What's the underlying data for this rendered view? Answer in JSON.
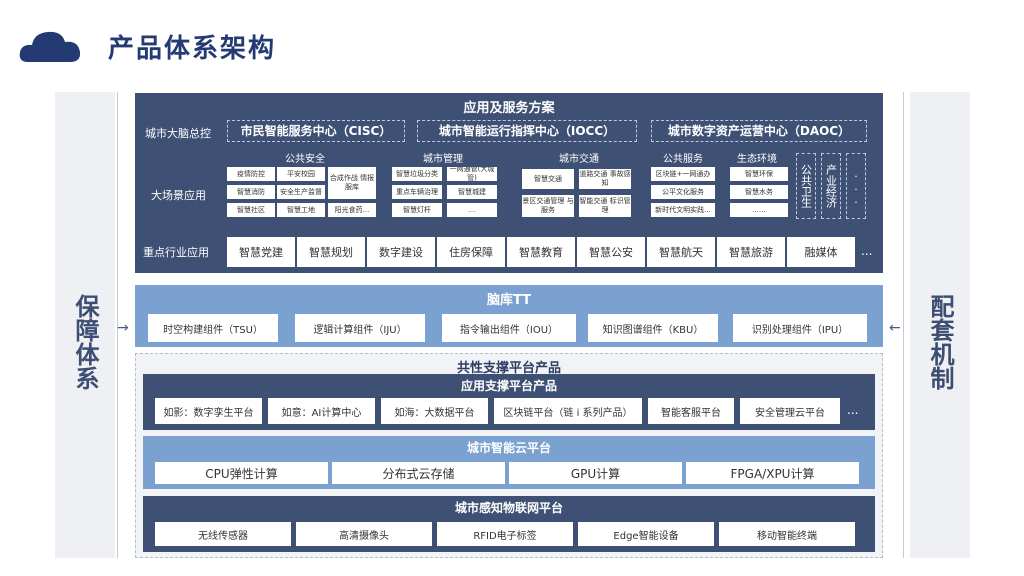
{
  "page_title": "产品体系架构",
  "left_side": "保障体系",
  "right_side": "配套机制",
  "arrow": "→",
  "arrow_left": "←",
  "app": {
    "title": "应用及服务方案",
    "brain_label": "城市大脑总控",
    "centers": [
      "市民智能服务中心（CISC）",
      "城市智能运行指挥中心（IOCC）",
      "城市数字资产运营中心（DAOC）"
    ],
    "scene_label": "大场景应用",
    "categories": [
      "公共安全",
      "城市管理",
      "城市交通",
      "公共服务",
      "生态环境"
    ],
    "safety": [
      "疫情防控",
      "平安校园",
      "合成作战 情报服库",
      "智慧消防",
      "安全生产监督",
      "智慧社区",
      "智慧工地",
      "阳光食药..."
    ],
    "citymgmt": [
      "智慧垃圾分类",
      "一网通管(大城管)",
      "重点车辆治理",
      "智慧城建",
      "智慧灯杆",
      "..."
    ],
    "traffic": [
      "智慧交通",
      "道路交通 事故感知",
      "景区交通管理 与服务",
      "智能交通 标识管理"
    ],
    "public": [
      "区块链+一网通办",
      "公平文化服务",
      "新时代文明实践..."
    ],
    "eco": [
      "智慧环保",
      "智慧水务",
      "......"
    ],
    "verticals": [
      "公共卫生",
      "产业经济",
      "..."
    ],
    "industry_label": "重点行业应用",
    "industry": [
      "智慧党建",
      "智慧规划",
      "数字建设",
      "住房保障",
      "智慧教育",
      "智慧公安",
      "智慧航天",
      "智慧旅游",
      "融媒体"
    ],
    "industry_more": "..."
  },
  "tt": {
    "title": "脑库TT",
    "items": [
      "时空构建组件（TSU）",
      "逻辑计算组件（IJU）",
      "指令输出组件（IOU）",
      "知识图谱组件（KBU）",
      "识别处理组件（IPU）"
    ]
  },
  "support": {
    "title": "共性支撑平台产品",
    "app_support": {
      "title": "应用支撑平台产品",
      "items": [
        "如影：数字孪生平台",
        "如意：AI计算中心",
        "如海：大数据平台",
        "区块链平台（链 i 系列产品）",
        "智能客服平台",
        "安全管理云平台"
      ],
      "more": "..."
    },
    "cloud": {
      "title": "城市智能云平台",
      "items": [
        "CPU弹性计算",
        "分布式云存储",
        "GPU计算",
        "FPGA/XPU计算"
      ]
    },
    "iot": {
      "title": "城市感知物联网平台",
      "items": [
        "无线传感器",
        "高清摄像头",
        "RFID电子标签",
        "Edge智能设备",
        "移动智能终端"
      ]
    }
  }
}
